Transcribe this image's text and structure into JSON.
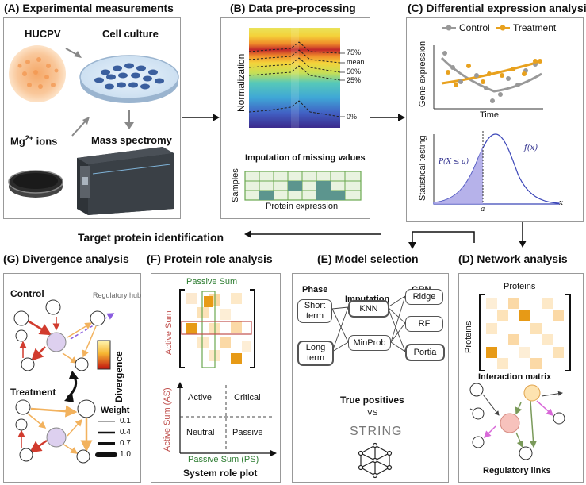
{
  "panel_a": {
    "title": "(A) Experimental measurements",
    "hucpv": "HUCPV",
    "cell_culture": "Cell culture",
    "mg_ions": "Mg",
    "mg_sup": "2+",
    "mg_suffix": " ions",
    "mass_spec": "Mass spectromy"
  },
  "panel_b": {
    "title": "(B) Data pre-processing",
    "normalization": "Normalization",
    "pct_75": "75%",
    "mean": "mean",
    "pct_50": "50%",
    "pct_25": "25%",
    "pct_0": "0%",
    "imputation": "Imputation of missing values",
    "samples": "Samples",
    "protein_expression": "Protein expression"
  },
  "panel_c": {
    "title": "(C) Differential expression analysis",
    "legend_control": "Control",
    "legend_treatment": "Treatment",
    "gene_expression": "Gene expression",
    "time": "Time",
    "statistical_testing": "Statistical testing",
    "prob_label": "P(X ≤ a)",
    "fx_label": "f(x)",
    "a_label": "a",
    "x_label": "x",
    "colors": {
      "control": "#999999",
      "treatment": "#E8A11E"
    }
  },
  "target_protein": "Target protein identification",
  "panel_g": {
    "title": "(G) Divergence analysis",
    "control": "Control",
    "treatment": "Treatment",
    "regulatory_hub": "Regulatory hub",
    "divergence": "Divergence",
    "weight": "Weight",
    "weights": [
      "0.1",
      "0.4",
      "0.7",
      "1.0"
    ]
  },
  "panel_f": {
    "title": "(F) Protein role analysis",
    "passive_sum": "Passive Sum",
    "active_sum": "Active Sum",
    "active": "Active",
    "critical": "Critical",
    "neutral": "Neutral",
    "passive": "Passive",
    "y_axis": "Active Sum (AS)",
    "x_axis": "Passive Sum (PS)",
    "plot_title": "System role plot"
  },
  "panel_e": {
    "title": "(E) Model selection",
    "phase": "Phase",
    "imputation": "Imputation",
    "grn": "GRN",
    "short_term": "Short term",
    "long_term": "Long term",
    "knn": "KNN",
    "minprob": "MinProb",
    "ridge": "Ridge",
    "rf": "RF",
    "portia": "Portia",
    "true_positives": "True positives",
    "vs": "VS",
    "string": "STRING"
  },
  "panel_d": {
    "title": "(D) Network analysis",
    "proteins_top": "Proteins",
    "proteins_side": "Proteins",
    "interaction_matrix": "Interaction matrix",
    "regulatory_links": "Regulatory links"
  }
}
